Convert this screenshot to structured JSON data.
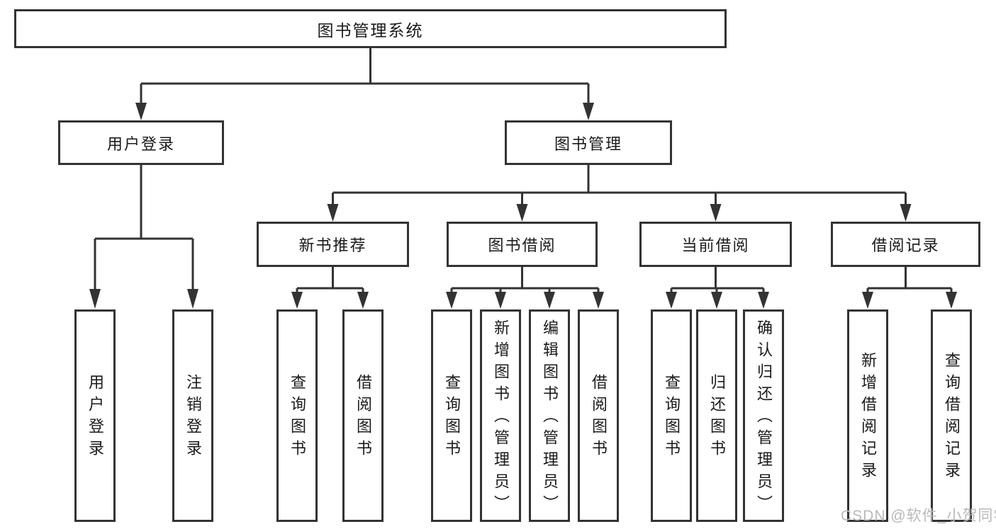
{
  "diagram": {
    "title": "图书管理系统",
    "root": {
      "label": "图书管理系统"
    },
    "level1": [
      {
        "label": "用户登录"
      },
      {
        "label": "图书管理"
      }
    ],
    "level2": [
      {
        "label": "新书推荐"
      },
      {
        "label": "图书借阅"
      },
      {
        "label": "当前借阅"
      },
      {
        "label": "借阅记录"
      }
    ],
    "leaves": {
      "user_login": [
        "用户登录",
        "注销登录"
      ],
      "new_books": [
        "查询图书",
        "借阅图书"
      ],
      "book_borrow": [
        "查询图书",
        "新增图书（管理员）",
        "编辑图书（管理员）",
        "借阅图书"
      ],
      "current_borrow": [
        "查询图书",
        "归还图书",
        "确认归还（管理员）"
      ],
      "borrow_records": [
        "新增借阅记录",
        "查询借阅记录"
      ]
    }
  },
  "watermark": {
    "text": "CSDN @软件_小贺同学"
  },
  "colors": {
    "background": "#ffffff",
    "line": "#333333",
    "box_border": "#333333",
    "text": "#1a1a1a",
    "watermark": "#b9b9b9"
  }
}
